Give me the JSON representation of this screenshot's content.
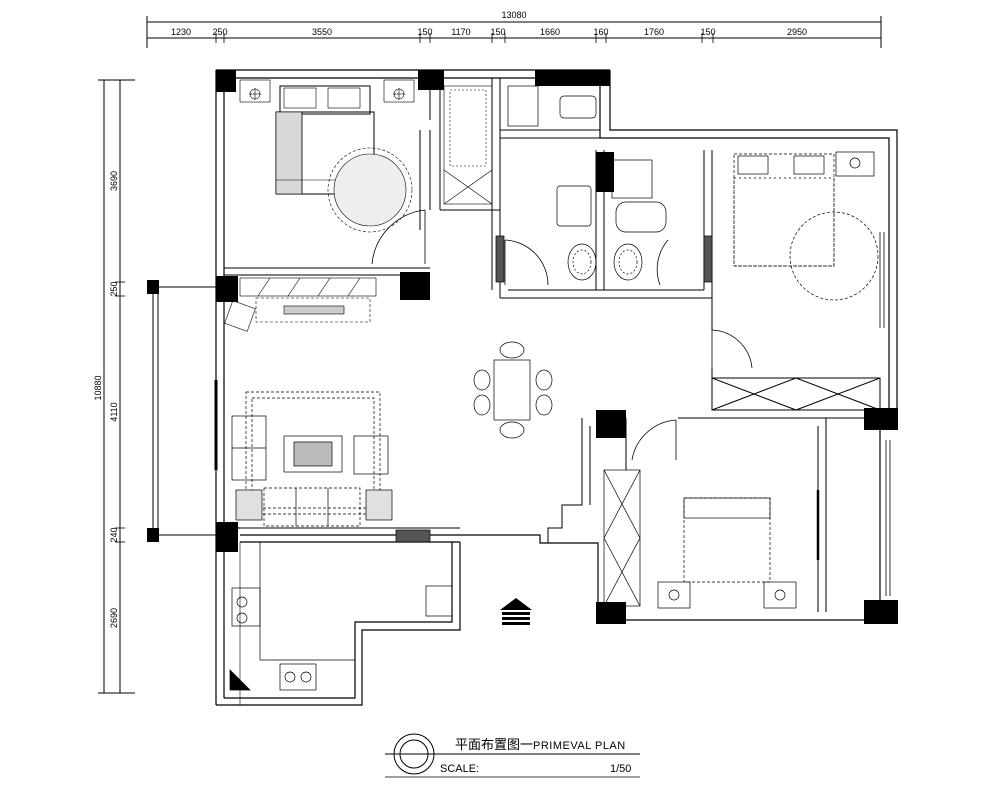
{
  "dimensions": {
    "total_width": "13080",
    "top_segments": [
      "1230",
      "250",
      "3550",
      "150",
      "1170",
      "150",
      "1660",
      "160",
      "1760",
      "150",
      "2950"
    ],
    "total_height": "10880",
    "left_segments": [
      "3690",
      "250",
      "4110",
      "240",
      "2690"
    ]
  },
  "title": {
    "chinese": "平面布置图一",
    "english": "PRIMEVAL PLAN",
    "scale_label": "SCALE:",
    "scale_value": "1/50"
  }
}
